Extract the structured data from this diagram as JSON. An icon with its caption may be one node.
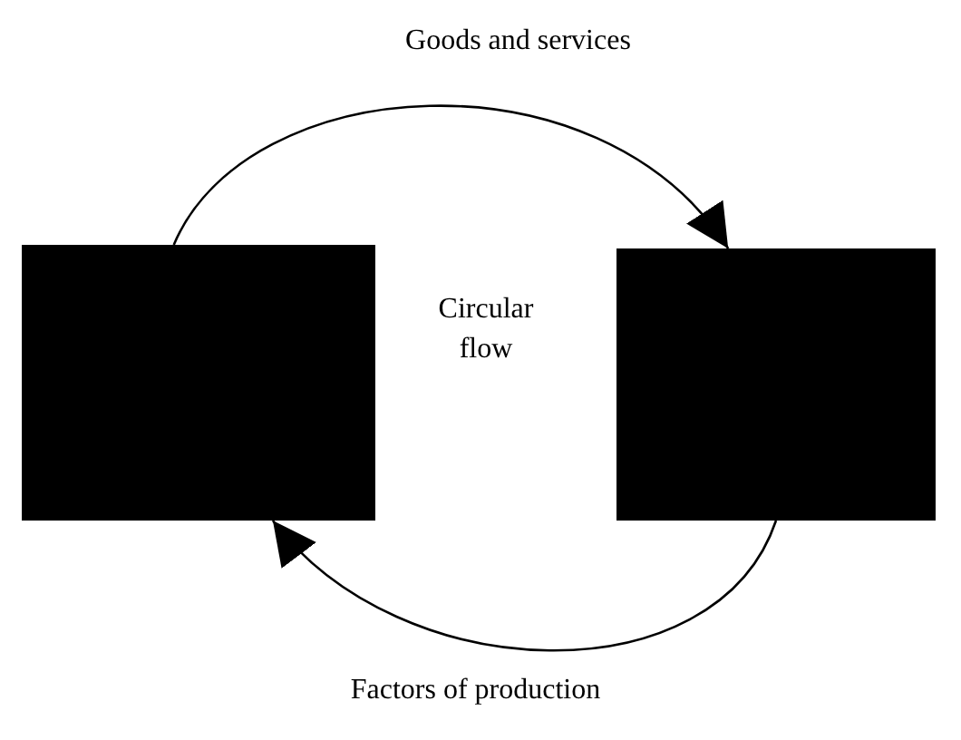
{
  "diagram": {
    "nodes": [
      {
        "text": [],
        "shape": "box"
      },
      {
        "text": [],
        "shape": "box"
      }
    ],
    "edges": [
      {
        "from": 0,
        "to": 1,
        "arrow": "to",
        "label": "Goods and services"
      },
      {
        "from": 1,
        "to": 0,
        "arrow": "to",
        "label": "Factors of production"
      }
    ],
    "labels": [
      "Circular flow"
    ]
  }
}
